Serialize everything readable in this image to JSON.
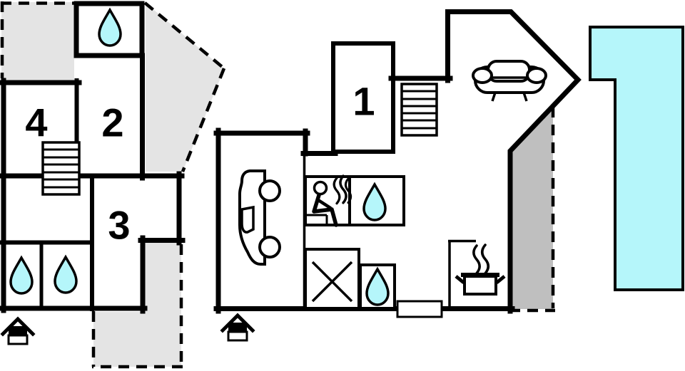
{
  "plan": {
    "labels": {
      "room1": "1",
      "room2": "2",
      "room3": "3",
      "room4": "4"
    },
    "colors": {
      "water": "#b5f6fa",
      "terrace": "#e4e4e4",
      "patio": "#bfbfbf",
      "wall": "#000000",
      "floor": "#ffffff"
    },
    "icons": {
      "water_drop": "water-drop-icon",
      "sofa": "sofa-icon",
      "car": "car-icon",
      "sauna_person": "sauna-person-icon",
      "steam": "steam-icon",
      "cooking_pot": "cooking-pot-icon",
      "storage_cross": "storage-cross-icon",
      "entrance_house": "entrance-house-icon",
      "stairs": "stairs-icon",
      "pool": "swimming-pool",
      "door": "door-marker"
    }
  }
}
